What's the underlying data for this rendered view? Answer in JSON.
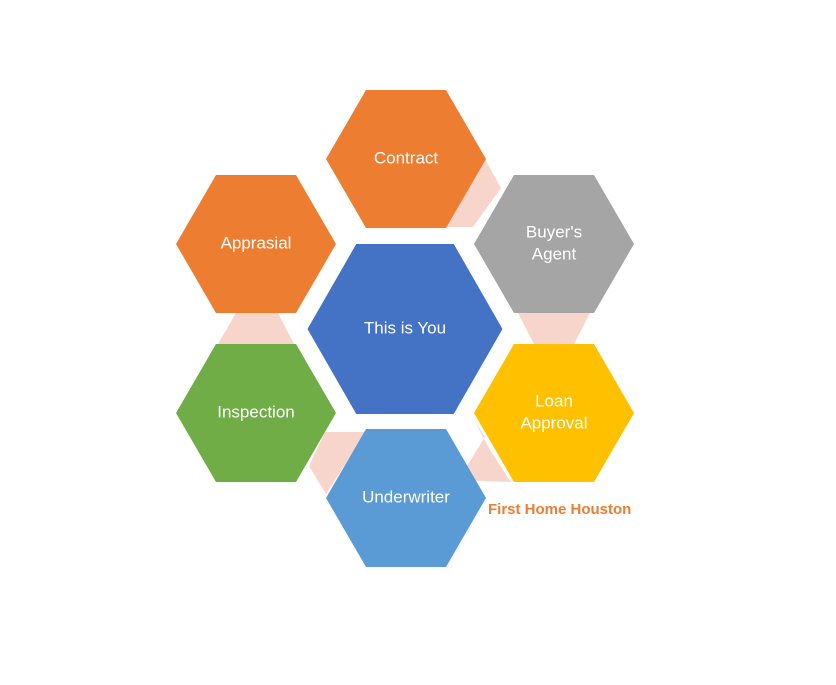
{
  "center": {
    "label": "This is You",
    "color": "#4472C4"
  },
  "hexagons": [
    {
      "id": "contract",
      "lines": [
        "Contract"
      ],
      "color": "#ED7D31"
    },
    {
      "id": "buyers-agent",
      "lines": [
        "Buyer's",
        "Agent"
      ],
      "color": "#A5A5A5"
    },
    {
      "id": "loan-approval",
      "lines": [
        "Loan",
        "Approval"
      ],
      "color": "#FFC000"
    },
    {
      "id": "underwriter",
      "lines": [
        "Underwriter"
      ],
      "color": "#5B9BD5"
    },
    {
      "id": "inspection",
      "lines": [
        "Inspection"
      ],
      "color": "#70AD47"
    },
    {
      "id": "apprasial",
      "lines": [
        "Apprasial"
      ],
      "color": "#ED7D31"
    }
  ],
  "connector_color": "#F8D5CB",
  "watermark": {
    "text": "First Home Houston",
    "color": "#ED7D31"
  }
}
